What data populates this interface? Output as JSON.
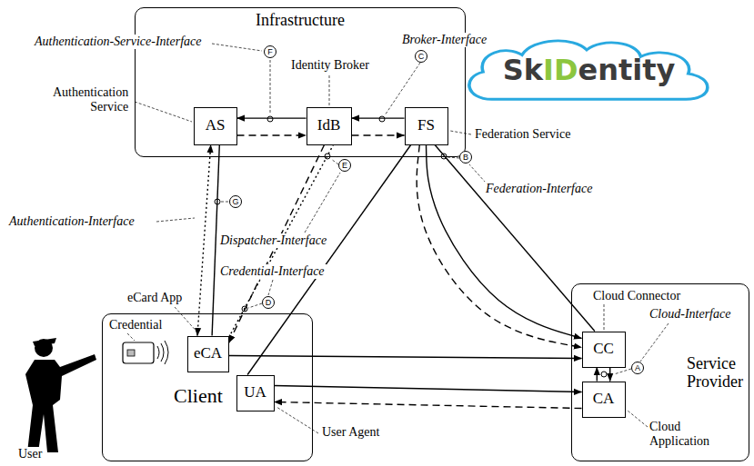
{
  "diagram": {
    "nodes": [
      {
        "text": [
          "Infrastructure"
        ]
      },
      {
        "text": [
          "AS"
        ],
        "in": 0
      },
      {
        "text": [
          "IdB"
        ],
        "in": 0
      },
      {
        "text": [
          "FS"
        ],
        "in": 0
      },
      {
        "text": [
          "Sk",
          "ID",
          "entity"
        ]
      },
      {
        "text": [
          "Client"
        ]
      },
      {
        "text": [
          "eCA"
        ],
        "in": 5
      },
      {
        "text": [
          "UA"
        ],
        "in": 5
      },
      {
        "text": [
          "Service Provider"
        ]
      },
      {
        "text": [
          "CC"
        ],
        "in": 8
      },
      {
        "text": [
          "CA"
        ],
        "in": 8
      }
    ],
    "edges": [
      {
        "from": 2,
        "to": 1,
        "arrow": "to"
      },
      {
        "from": 1,
        "to": 2,
        "arrow": "to"
      },
      {
        "from": 3,
        "to": 2,
        "arrow": "to"
      },
      {
        "from": 2,
        "to": 3,
        "arrow": "to"
      },
      {
        "from": 6,
        "to": 1,
        "arrow": "both"
      },
      {
        "from": 1,
        "to": 6,
        "arrow": "none"
      },
      {
        "from": 2,
        "to": 6,
        "arrow": "to"
      },
      {
        "from": 6,
        "to": 2,
        "arrow": "none"
      },
      {
        "from": 6,
        "to": 9,
        "arrow": "to"
      },
      {
        "from": 7,
        "to": 3,
        "arrow": "none"
      },
      {
        "from": 3,
        "to": 9,
        "arrow": "to"
      },
      {
        "from": 3,
        "to": 9,
        "arrow": "to"
      },
      {
        "from": 3,
        "to": 9,
        "arrow": "none"
      },
      {
        "from": 7,
        "to": 10,
        "arrow": "to"
      },
      {
        "from": 10,
        "to": 7,
        "arrow": "to"
      },
      {
        "from": 9,
        "to": 10,
        "arrow": "to"
      },
      {
        "from": 10,
        "to": 9,
        "arrow": "to"
      }
    ],
    "labels": [
      "Authentication-Service-Interface",
      "F",
      "Identity Broker",
      "Broker-Interface",
      "C",
      "Authentication Service",
      "Federation Service",
      "B",
      "Federation-Interface",
      "E",
      "G",
      "Authentication-Interface",
      "Dispatcher-Interface",
      "Credential-Interface",
      "D",
      "eCard App",
      "Credential",
      "Cloud Connector",
      "Cloud-Interface",
      "A",
      "Cloud Application",
      "User Agent",
      "User"
    ]
  }
}
